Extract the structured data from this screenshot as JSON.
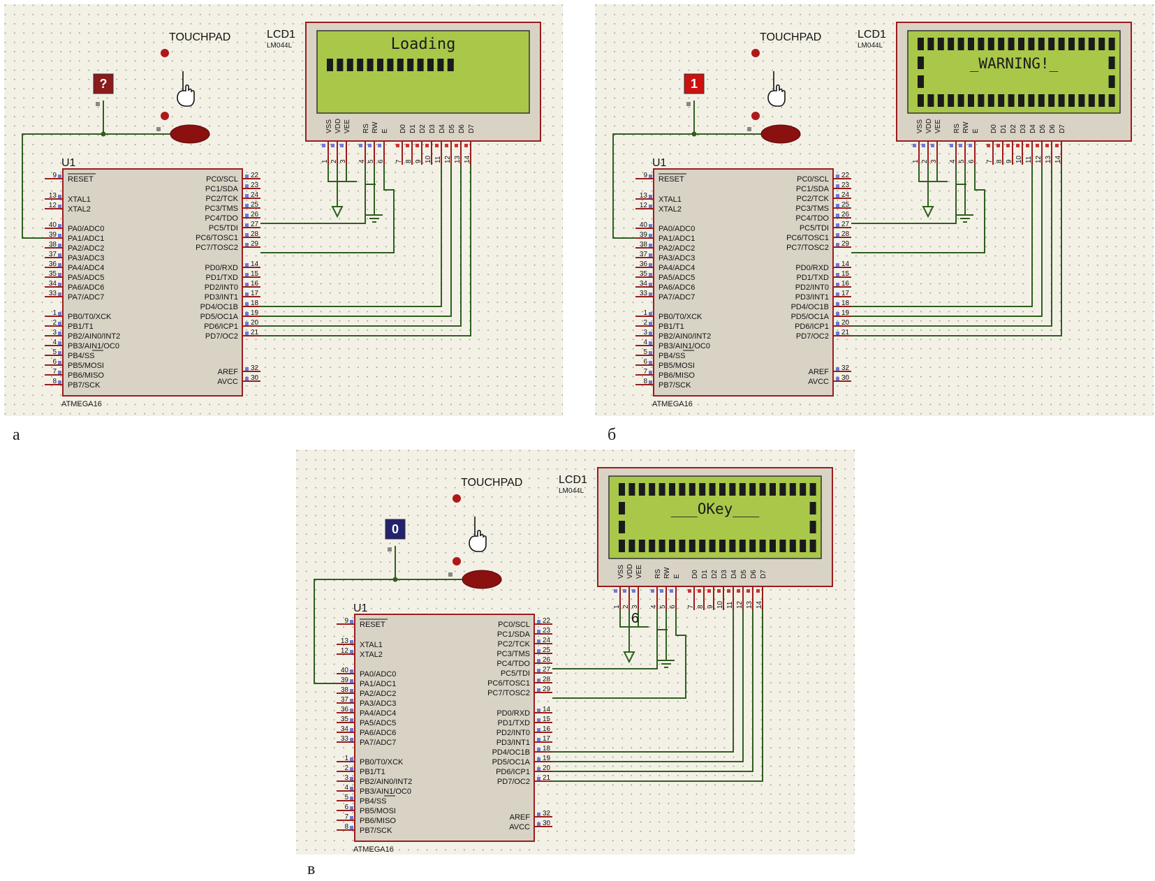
{
  "panels": [
    {
      "id": "a",
      "caption": "а",
      "logic_state": "?",
      "logic_color": "#8b1a1a",
      "lcd_lines": [
        "Loading",
        "",
        "",
        ""
      ],
      "lcd_progress_blocks": 13,
      "lcd_mode": "loading"
    },
    {
      "id": "b",
      "caption": "б",
      "logic_state": "1",
      "logic_color": "#cc1111",
      "lcd_lines": [
        "",
        "_WARNING!_",
        "",
        ""
      ],
      "lcd_mode": "frame"
    },
    {
      "id": "c",
      "caption": "в",
      "logic_state": "0",
      "logic_color": "#22226e",
      "lcd_lines": [
        "",
        "___OKey___",
        "",
        ""
      ],
      "lcd_mode": "frame",
      "extra_label": "6"
    }
  ],
  "common": {
    "touchpad_label": "TOUCHPAD",
    "lcd_ref": "LCD1",
    "lcd_model": "LM044L",
    "mcu_ref": "U1",
    "mcu_model": "ATMEGA16",
    "lcd_pins": [
      {
        "name": "VSS",
        "num": "1"
      },
      {
        "name": "VDD",
        "num": "2"
      },
      {
        "name": "VEE",
        "num": "3"
      },
      {
        "name": "RS",
        "num": "4"
      },
      {
        "name": "RW",
        "num": "5"
      },
      {
        "name": "E",
        "num": "6"
      },
      {
        "name": "D0",
        "num": "7"
      },
      {
        "name": "D1",
        "num": "8"
      },
      {
        "name": "D2",
        "num": "9"
      },
      {
        "name": "D3",
        "num": "10"
      },
      {
        "name": "D4",
        "num": "11"
      },
      {
        "name": "D5",
        "num": "12"
      },
      {
        "name": "D6",
        "num": "13"
      },
      {
        "name": "D7",
        "num": "14"
      }
    ],
    "left_pins": [
      {
        "name": "RESET",
        "num": "9"
      },
      {
        "name": "XTAL1",
        "num": "13"
      },
      {
        "name": "XTAL2",
        "num": "12"
      },
      {
        "name": "PA0/ADC0",
        "num": "40"
      },
      {
        "name": "PA1/ADC1",
        "num": "39"
      },
      {
        "name": "PA2/ADC2",
        "num": "38"
      },
      {
        "name": "PA3/ADC3",
        "num": "37"
      },
      {
        "name": "PA4/ADC4",
        "num": "36"
      },
      {
        "name": "PA5/ADC5",
        "num": "35"
      },
      {
        "name": "PA6/ADC6",
        "num": "34"
      },
      {
        "name": "PA7/ADC7",
        "num": "33"
      },
      {
        "name": "PB0/T0/XCK",
        "num": "1"
      },
      {
        "name": "PB1/T1",
        "num": "2"
      },
      {
        "name": "PB2/AIN0/INT2",
        "num": "3"
      },
      {
        "name": "PB3/AIN1/OC0",
        "num": "4"
      },
      {
        "name": "PB4/SS",
        "num": "5"
      },
      {
        "name": "PB5/MOSI",
        "num": "6"
      },
      {
        "name": "PB6/MISO",
        "num": "7"
      },
      {
        "name": "PB7/SCK",
        "num": "8"
      }
    ],
    "right_pins": [
      {
        "name": "PC0/SCL",
        "num": "22"
      },
      {
        "name": "PC1/SDA",
        "num": "23"
      },
      {
        "name": "PC2/TCK",
        "num": "24"
      },
      {
        "name": "PC3/TMS",
        "num": "25"
      },
      {
        "name": "PC4/TDO",
        "num": "26"
      },
      {
        "name": "PC5/TDI",
        "num": "27"
      },
      {
        "name": "PC6/TOSC1",
        "num": "28"
      },
      {
        "name": "PC7/TOSC2",
        "num": "29"
      },
      {
        "name": "PD0/RXD",
        "num": "14"
      },
      {
        "name": "PD1/TXD",
        "num": "15"
      },
      {
        "name": "PD2/INT0",
        "num": "16"
      },
      {
        "name": "PD3/INT1",
        "num": "17"
      },
      {
        "name": "PD4/OC1B",
        "num": "18"
      },
      {
        "name": "PD5/OC1A",
        "num": "19"
      },
      {
        "name": "PD6/ICP1",
        "num": "20"
      },
      {
        "name": "PD7/OC2",
        "num": "21"
      },
      {
        "name": "AREF",
        "num": "32"
      },
      {
        "name": "AVCC",
        "num": "30"
      }
    ]
  }
}
